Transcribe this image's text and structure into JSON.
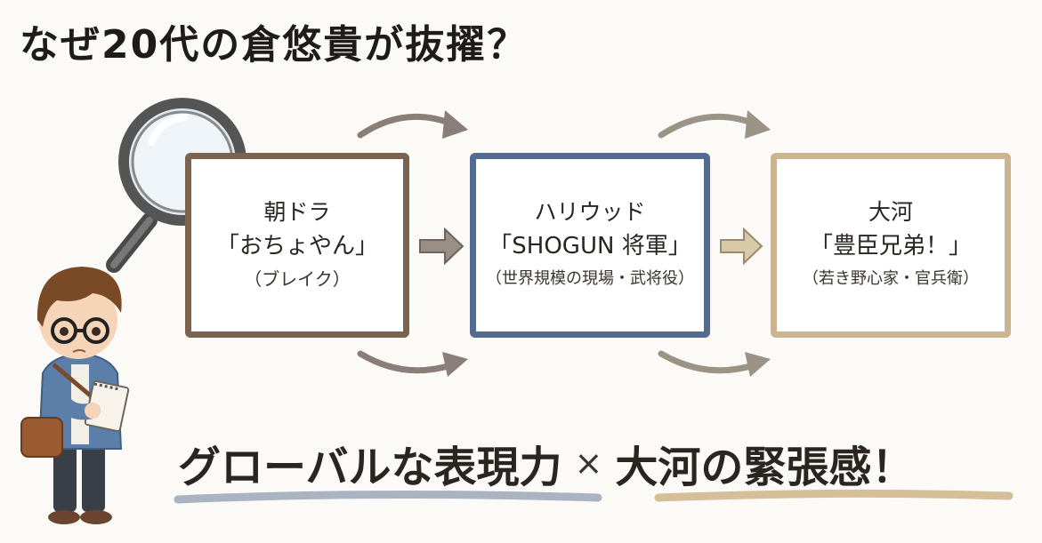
{
  "title": "なぜ20代の倉悠貴が抜擢？",
  "steps": [
    {
      "line1": "朝ドラ",
      "line2": "「おちょやん」",
      "line3": "（ブレイク）"
    },
    {
      "line1": "ハリウッド",
      "line2": "「SHOGUN 将軍」",
      "line3": "（世界規模の現場・武将役）"
    },
    {
      "line1": "大河",
      "line2": "「豊臣兄弟！」",
      "line3": "（若き野心家・官兵衛）"
    }
  ],
  "tagline": {
    "left": "グローバルな表現力",
    "times": "×",
    "right": "大河の緊張感！"
  },
  "colors": {
    "box1": "#7b6352",
    "box2": "#526b8f",
    "box3": "#cbb591",
    "underline_left": "#8e9bb0",
    "underline_right": "#c9a97a"
  },
  "icons": [
    "magnifying-glass-icon",
    "arrow-right-icon",
    "curved-arrow-icon",
    "notepad-icon"
  ]
}
